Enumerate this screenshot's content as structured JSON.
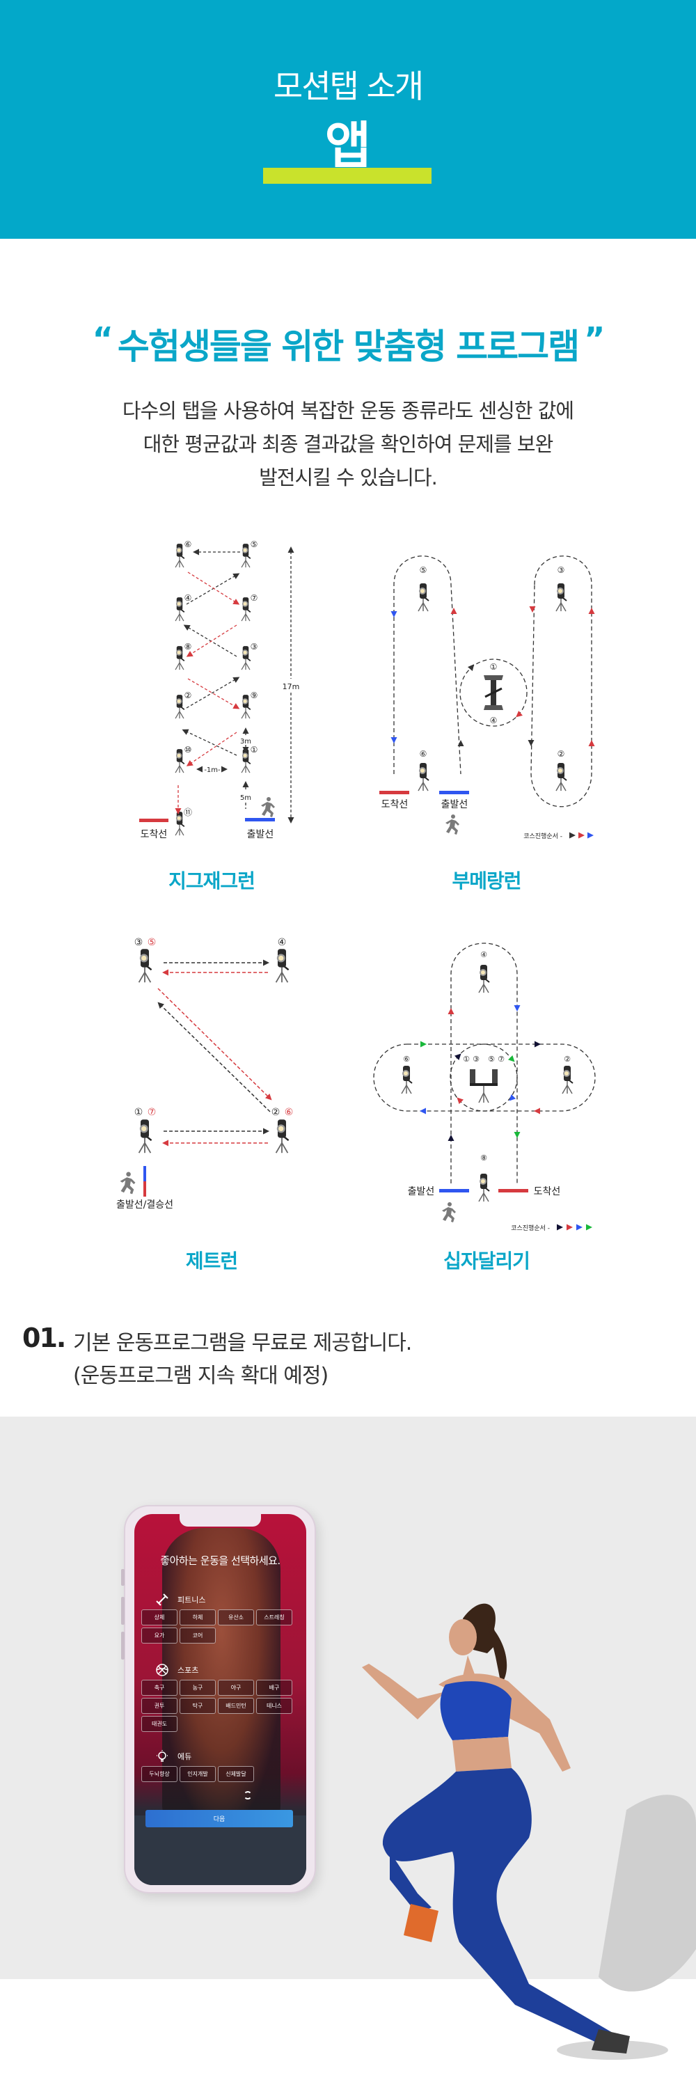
{
  "banner": {
    "title": "모션탭 소개",
    "highlight": "앱"
  },
  "intro": {
    "quote_open": "“",
    "headline": "수험생들을 위한 맞춤형 프로그램",
    "quote_close": "”",
    "body": [
      "다수의 탭을 사용하여 복잡한 운동 종류라도 센싱한 값에",
      "대한 평균값과 최종 결과값을 확인하여 문제를 보완",
      "발전시킬 수 있습니다."
    ]
  },
  "colors": {
    "brand": "#03a8c9",
    "accent": "#c9e22c",
    "red": "#d63a3f",
    "blue": "#2f56f0",
    "green": "#19b83a",
    "navy": "#111133"
  },
  "programs": {
    "zigzag": {
      "title": "지그재그런",
      "stations": [
        "⑥",
        "⑤",
        "④",
        "⑦",
        "⑧",
        "③",
        "②",
        "⑨",
        "⑩",
        "①",
        "⑪"
      ],
      "total_distance": "17m",
      "gap_distance": "3m",
      "start_distance": "5m",
      "width_distance": "-1m-",
      "finish_label": "도착선",
      "start_label": "출발선"
    },
    "boomerang": {
      "title": "부메랑런",
      "stations": [
        "⑤",
        "③",
        "①",
        "④",
        "⑥",
        "②"
      ],
      "finish_label": "도착선",
      "start_label": "출발선",
      "legend": "코스진행순서 -"
    },
    "zet": {
      "title": "제트런",
      "stations": [
        "③",
        "⑤",
        "④",
        "①",
        "⑦",
        "②",
        "⑥"
      ],
      "start_finish_label": "출발선/결승선"
    },
    "cross": {
      "title": "십자달리기",
      "stations": [
        "④",
        "⑥",
        "①",
        "③",
        "⑤",
        "⑦",
        "②",
        "⑧"
      ],
      "start_label": "출발선",
      "finish_label": "도착선",
      "legend": "코스진행순서 -"
    }
  },
  "feature": {
    "number": "01.",
    "lines": [
      "기본 운동프로그램을 무료로 제공합니다.",
      "(운동프로그램 지속 확대 예정)"
    ]
  },
  "app": {
    "heading": "좋아하는 운동을 선택하세요.",
    "categories": [
      {
        "name": "피트니스",
        "icon": "dumbbell-icon",
        "options": [
          "상체",
          "하체",
          "유산소",
          "스트레칭",
          "요가",
          "코어"
        ]
      },
      {
        "name": "스포츠",
        "icon": "ball-icon",
        "options": [
          "축구",
          "농구",
          "야구",
          "배구",
          "권투",
          "탁구",
          "배드민턴",
          "테니스",
          "태권도"
        ]
      },
      {
        "name": "에듀",
        "icon": "lightbulb-icon",
        "options": [
          "두뇌향상",
          "인지개발",
          "신체발달"
        ]
      }
    ],
    "next_button": "다음"
  }
}
